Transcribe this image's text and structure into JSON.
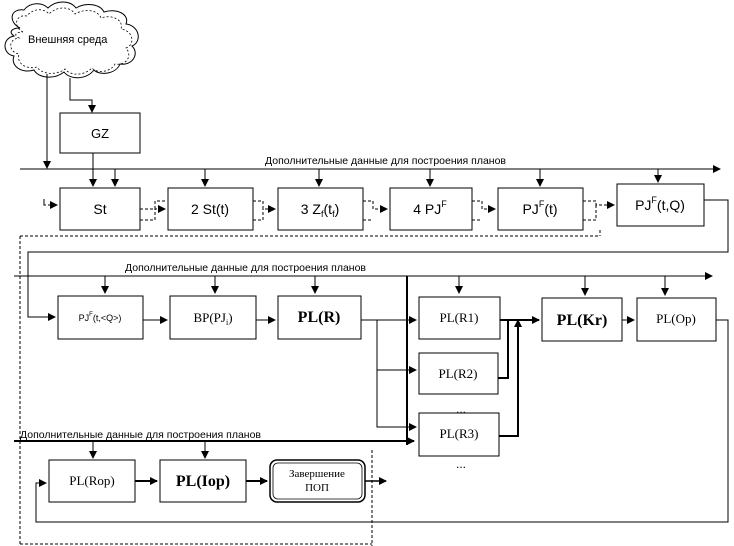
{
  "cloud": {
    "label": "Внешняя среда"
  },
  "extra_data_label": "Дополнительные данные для построения планов",
  "row1": {
    "gz": "GZ",
    "st": "St",
    "b2": {
      "main": "2 St(t)"
    },
    "b3": {
      "main": "3 Z",
      "sub": "f",
      "tail1": "(t",
      "tail_sub": "f",
      "tail2": ")"
    },
    "b4": {
      "main": "4 PJ",
      "sup": "F"
    },
    "b5": {
      "main": "PJ",
      "sup": "F",
      "tail": "(t)"
    },
    "b6": {
      "main": "PJ",
      "sup": "F",
      "tail": "(t,Q)"
    }
  },
  "row2": {
    "b1": {
      "main": "PJ",
      "sup": "F",
      "tail": "(t,<Q>)"
    },
    "bp": {
      "main": "BP(PJ",
      "sub": "i",
      "tail": ")"
    },
    "plr": "PL(R)",
    "plr1": "PL(R1)",
    "plr2": "PL(R2)",
    "plr3": "PL(R3)",
    "dots1": "...",
    "dots2": "...",
    "plkr": "PL(Kr)",
    "plop": "PL(Op)"
  },
  "row3": {
    "plrop": "PL(Rop)",
    "pliop": "PL(Iop)",
    "end_line1": "Завершение",
    "end_line2": "ПОП"
  }
}
